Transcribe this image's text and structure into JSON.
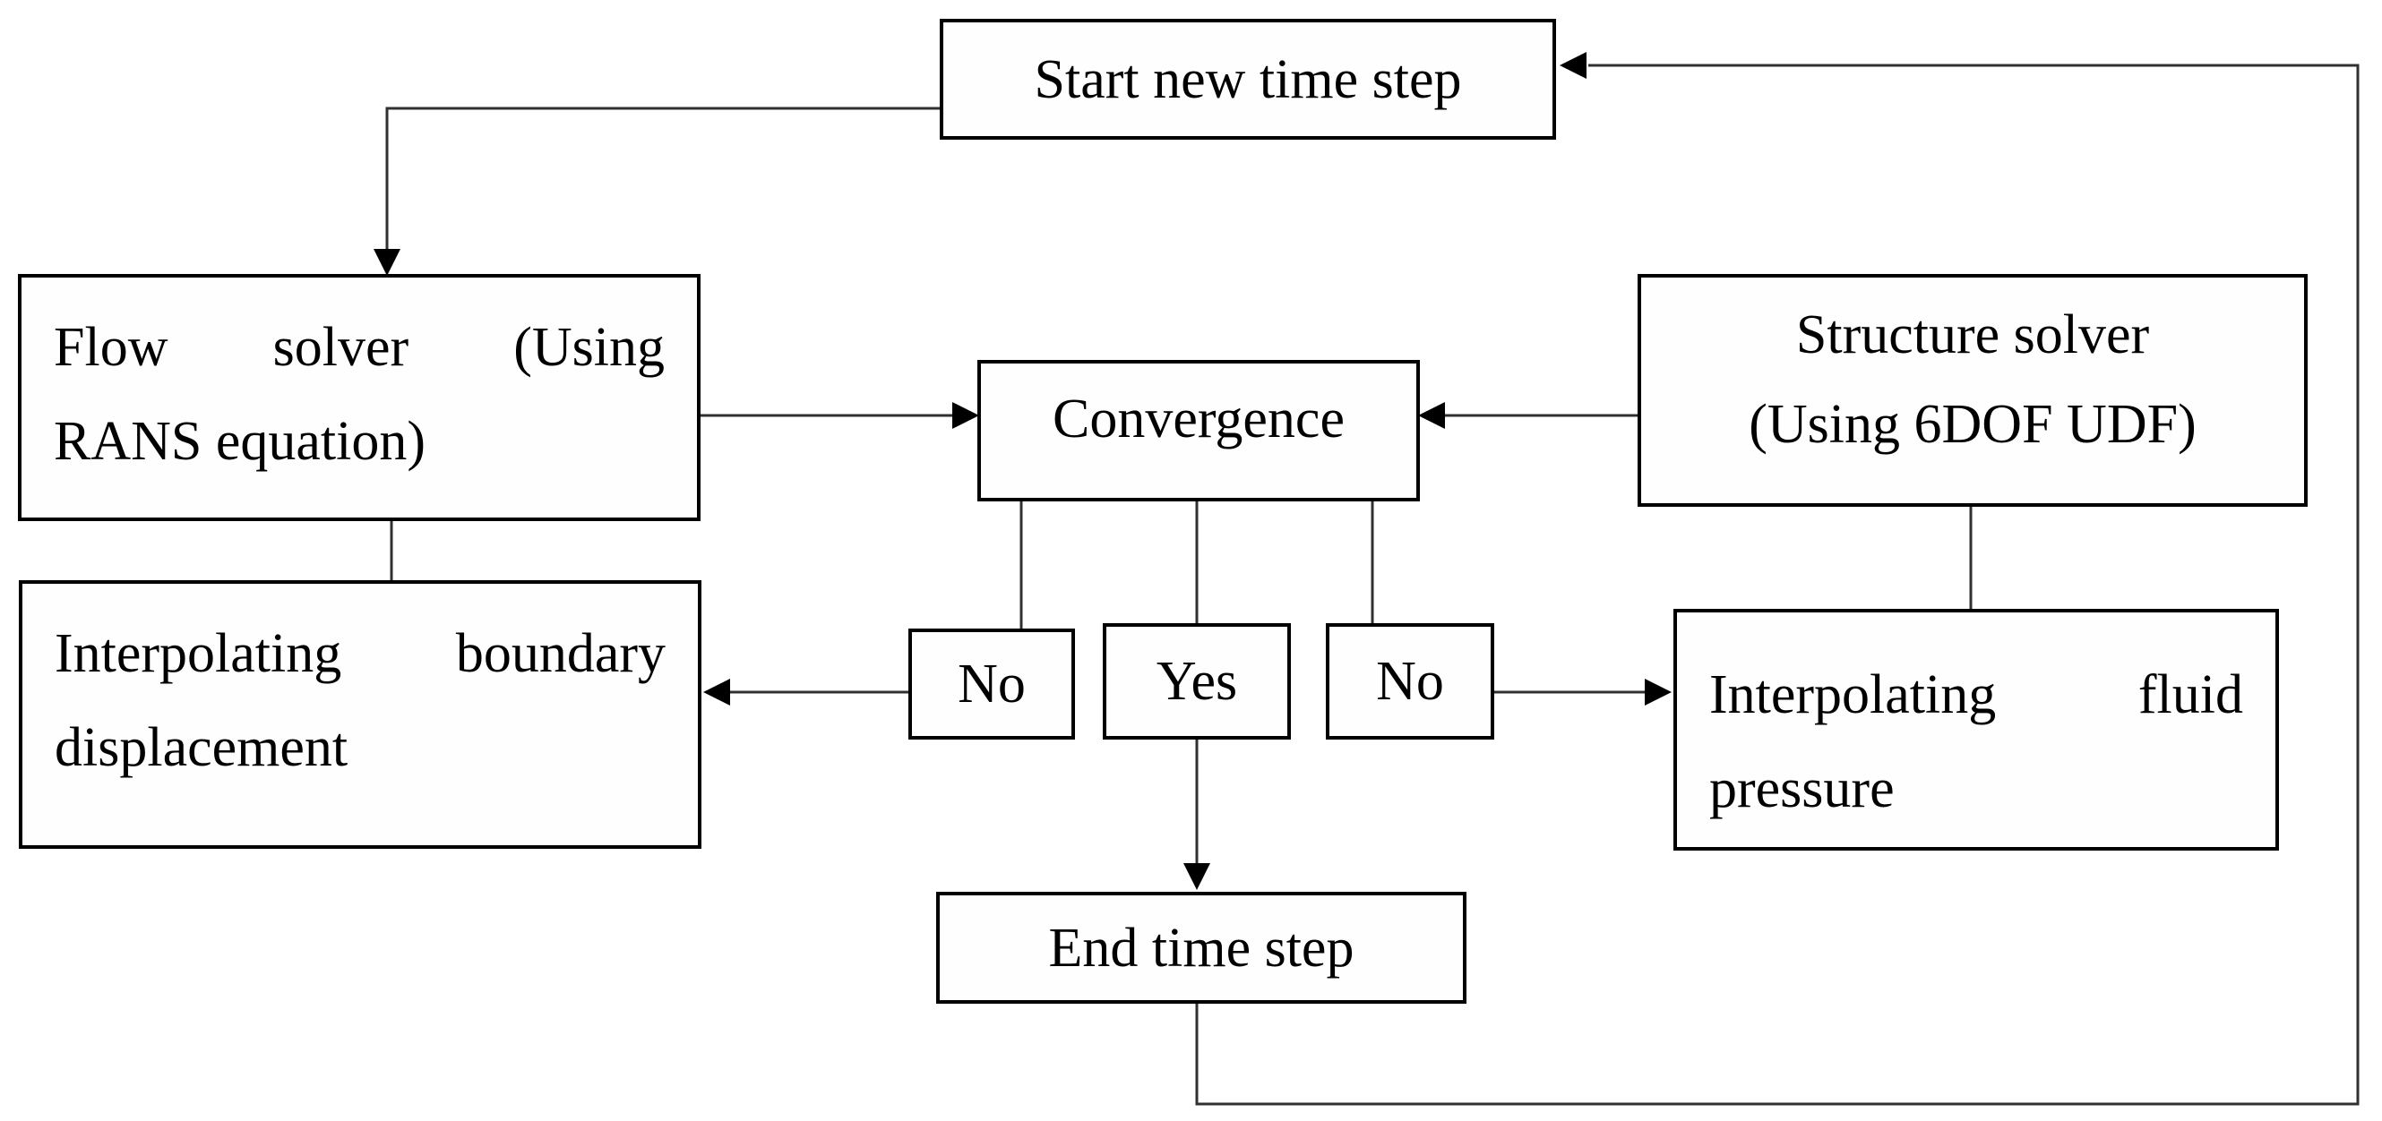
{
  "figure": {
    "kind": "flowchart",
    "background_color": "#ffffff",
    "box_border_color": "#000000",
    "connector_color": "#303030",
    "arrow_color": "#000000",
    "text_color": "#000000"
  },
  "nodes": {
    "start": {
      "label": "Start new time step"
    },
    "flow": {
      "line1": "Flow solver (Using",
      "line2": "RANS equation)"
    },
    "structure": {
      "line1": "Structure solver",
      "line2": "(Using 6DOF UDF)"
    },
    "convergence": {
      "label": "Convergence"
    },
    "no_left": {
      "label": "No"
    },
    "yes": {
      "label": "Yes"
    },
    "no_right": {
      "label": "No"
    },
    "boundary": {
      "line1": "Interpolating boundary",
      "line2": "displacement"
    },
    "pressure": {
      "line1": "Interpolating fluid",
      "line2": "pressure"
    },
    "end": {
      "label": "End time step"
    }
  },
  "edges": [
    {
      "from": "start",
      "to": "flow",
      "arrowhead": true,
      "route": "left-then-down"
    },
    {
      "from": "flow",
      "to": "convergence",
      "arrowhead": true,
      "route": "right"
    },
    {
      "from": "structure",
      "to": "convergence",
      "arrowhead": true,
      "route": "left"
    },
    {
      "from": "convergence",
      "to": "no_left",
      "arrowhead": false,
      "route": "down"
    },
    {
      "from": "convergence",
      "to": "yes",
      "arrowhead": false,
      "route": "down"
    },
    {
      "from": "convergence",
      "to": "no_right",
      "arrowhead": false,
      "route": "down"
    },
    {
      "from": "no_left",
      "to": "boundary",
      "arrowhead": true,
      "route": "left"
    },
    {
      "from": "no_right",
      "to": "pressure",
      "arrowhead": true,
      "route": "right"
    },
    {
      "from": "flow",
      "to": "boundary",
      "arrowhead": false,
      "route": "down"
    },
    {
      "from": "structure",
      "to": "pressure",
      "arrowhead": false,
      "route": "down"
    },
    {
      "from": "yes",
      "to": "end",
      "arrowhead": true,
      "route": "down"
    },
    {
      "from": "end",
      "to": "start",
      "arrowhead": true,
      "route": "down-right-up-left"
    }
  ]
}
